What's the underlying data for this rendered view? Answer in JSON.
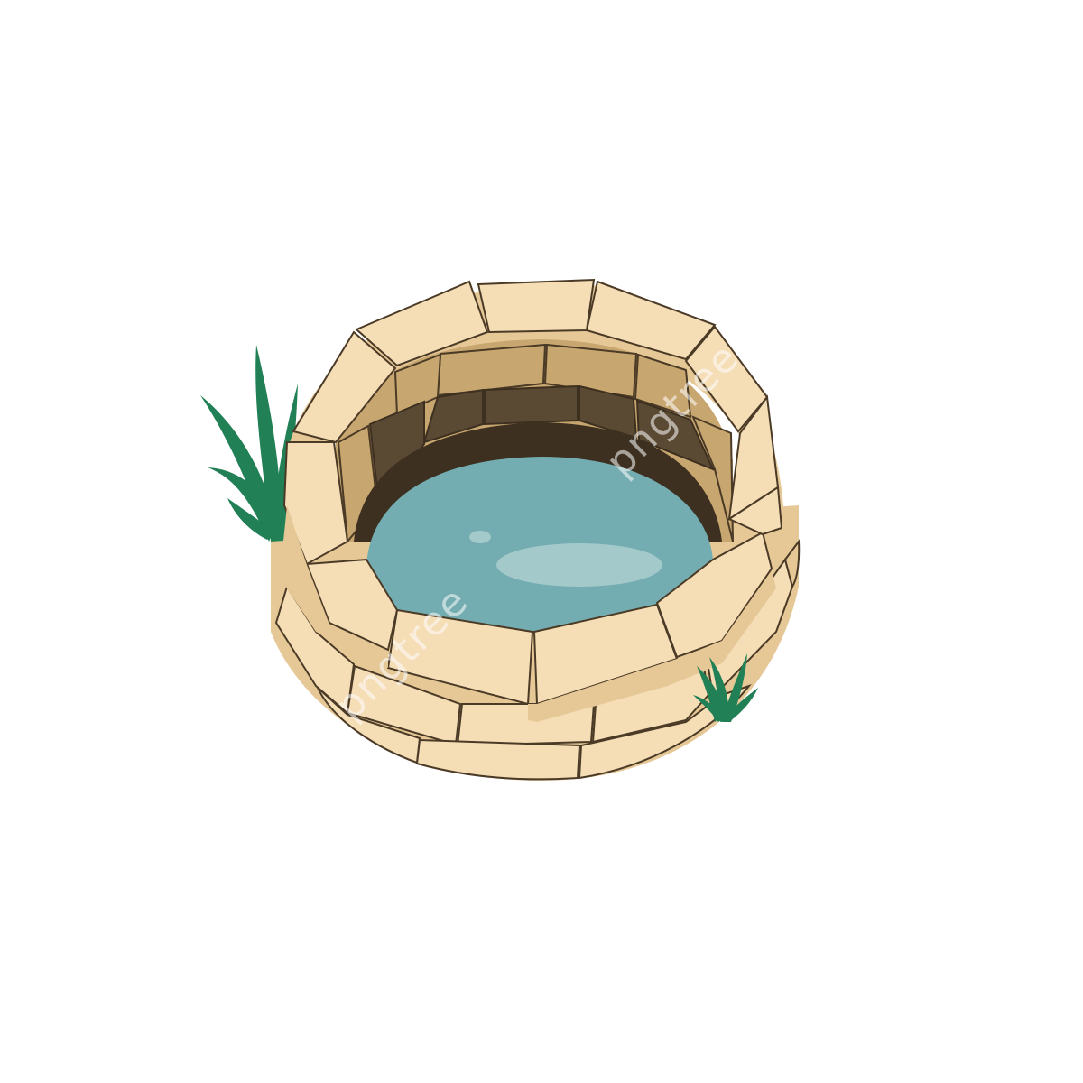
{
  "scene": {
    "subject": "brick-well-with-water",
    "background_color": "#ffffff",
    "colors": {
      "brick_light": "#f5ddb6",
      "brick_mid": "#e6c897",
      "brick_shadow": "#c8a672",
      "inner_wall_light": "#c8a670",
      "inner_wall_dark": "#5b4a33",
      "well_depth": "#3d3020",
      "water": "#74adb1",
      "water_highlight": "#a3c9cb",
      "mortar": "#4a3a26",
      "grass": "#218055"
    },
    "icons": [
      "grass-tuft-left",
      "grass-tuft-right",
      "water-highlight"
    ]
  },
  "watermark": {
    "text": "pngtree"
  }
}
